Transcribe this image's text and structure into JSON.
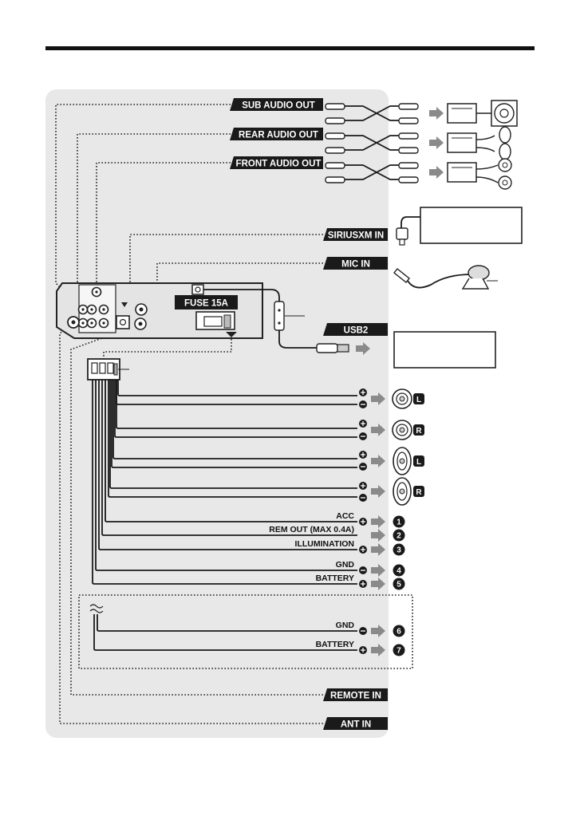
{
  "output_tags": {
    "sub_audio_out": "SUB AUDIO OUT",
    "rear_audio_out": "REAR AUDIO OUT",
    "front_audio_out": "FRONT AUDIO OUT",
    "siriusxm_in": "SIRIUSXM IN",
    "mic_in": "MIC IN",
    "usb2": "USB2",
    "remote_in": "REMOTE IN",
    "ant_in": "ANT IN"
  },
  "unit": {
    "fuse_label": "FUSE 15A"
  },
  "speaker_badges": [
    "L",
    "R",
    "L",
    "R"
  ],
  "power_wires": [
    {
      "label": "ACC",
      "polarity": "+",
      "number": "1"
    },
    {
      "label": "REM OUT (MAX 0.4A)",
      "polarity": "",
      "number": "2"
    },
    {
      "label": "ILLUMINATION",
      "polarity": "+",
      "number": "3"
    },
    {
      "label": "GND",
      "polarity": "−",
      "number": "4"
    },
    {
      "label": "BATTERY",
      "polarity": "+",
      "number": "5"
    }
  ],
  "separate_wires": [
    {
      "label": "GND",
      "polarity": "−",
      "number": "6"
    },
    {
      "label": "BATTERY",
      "polarity": "+",
      "number": "7"
    }
  ],
  "colors": {
    "panel_background": "#e8e8e8",
    "tag_background": "#1a1a1a",
    "arrow": "#8a8a8a"
  }
}
